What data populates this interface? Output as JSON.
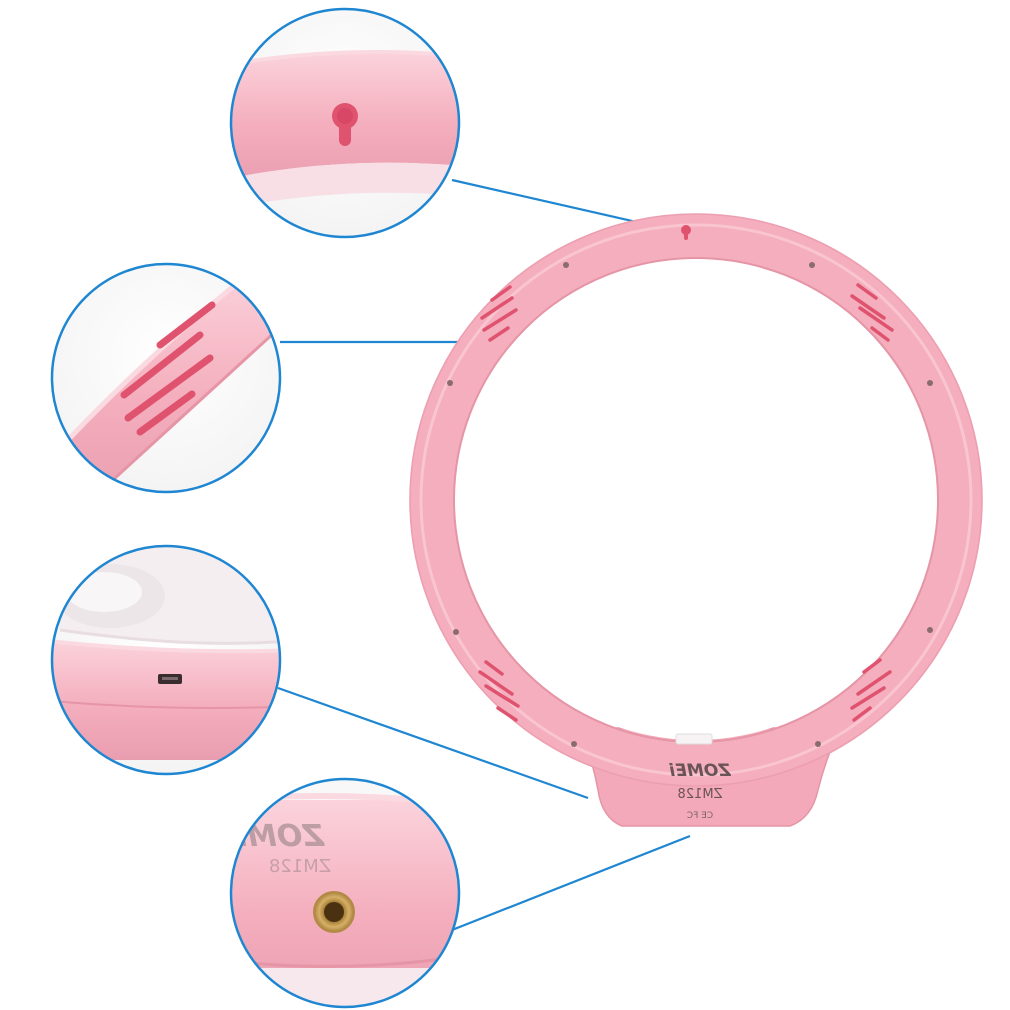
{
  "product": {
    "brand": "ZOMEi",
    "model": "ZM128",
    "cert_marks": "CE FC",
    "colors": {
      "ring": "#f4aebd",
      "ring_shadow": "#e595a6",
      "ring_highlight": "#fbd3dc",
      "vent": "#e0536f",
      "callout": "#1f86d1",
      "brass": "#c9a25a",
      "diffuser": "#f6eef0"
    }
  },
  "callouts": [
    {
      "name": "keyhole-hanger-detail"
    },
    {
      "name": "vent-slots-detail"
    },
    {
      "name": "usb-port-detail"
    },
    {
      "name": "tripod-mount-detail"
    }
  ]
}
